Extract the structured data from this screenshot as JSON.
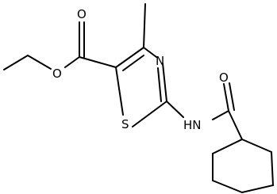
{
  "molecule": {
    "atoms": {
      "carbonyl_oxygen_ester": "O",
      "ether_oxygen": "O",
      "ring_nitrogen": "N",
      "ring_sulfur": "S",
      "amide_nh": "HN",
      "amide_oxygen": "O"
    }
  }
}
